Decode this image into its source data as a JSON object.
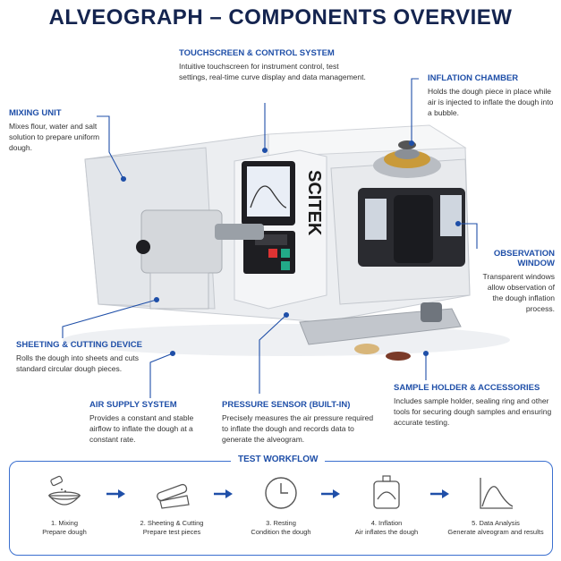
{
  "title": "ALVEOGRAPH – COMPONENTS OVERVIEW",
  "brand": "SCITEK",
  "accent": "#1f4fa8",
  "callouts": {
    "touchscreen": {
      "title": "TOUCHSCREEN & CONTROL SYSTEM",
      "text": "Intuitive touchscreen for instrument control, test settings, real-time curve display and data management."
    },
    "mixing": {
      "title": "MIXING UNIT",
      "text": "Mixes flour, water and salt solution to prepare uniform dough."
    },
    "inflation": {
      "title": "INFLATION CHAMBER",
      "text": "Holds the dough piece in place while air is injected to inflate the dough into a bubble."
    },
    "observation": {
      "title": "OBSERVATION WINDOW",
      "text": "Transparent windows allow observation of the dough inflation process."
    },
    "sheeting": {
      "title": "SHEETING & CUTTING DEVICE",
      "text": "Rolls the dough into sheets and cuts standard circular dough pieces."
    },
    "air": {
      "title": "AIR SUPPLY SYSTEM",
      "text": "Provides a constant and stable airflow to inflate the dough at a constant rate."
    },
    "pressure": {
      "title": "PRESSURE SENSOR (BUILT-IN)",
      "text": "Precisely measures the air pressure required to inflate the dough and records data to generate the alveogram."
    },
    "sample": {
      "title": "SAMPLE HOLDER & ACCESSORIES",
      "text": "Includes sample holder, sealing ring and other tools for securing dough samples and ensuring accurate testing."
    }
  },
  "workflow": {
    "title": "TEST WORKFLOW",
    "steps": [
      {
        "line1": "1. Mixing",
        "line2": "Prepare dough",
        "icon": "mixing-bowl-icon"
      },
      {
        "line1": "2. Sheeting & Cutting",
        "line2": "Prepare test pieces",
        "icon": "rolling-pin-icon"
      },
      {
        "line1": "3. Resting",
        "line2": "Condition the dough",
        "icon": "clock-icon"
      },
      {
        "line1": "4. Inflation",
        "line2": "Air inflates the dough",
        "icon": "inflation-bubble-icon"
      },
      {
        "line1": "5. Data Analysis",
        "line2": "Generate alveogram and results",
        "icon": "curve-chart-icon"
      }
    ]
  }
}
